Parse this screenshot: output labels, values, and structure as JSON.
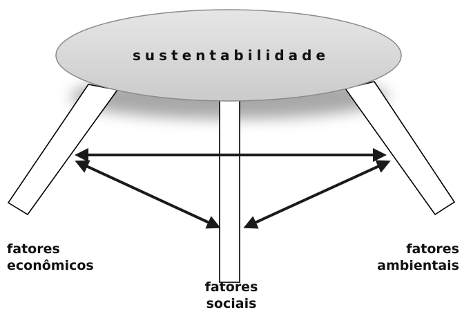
{
  "title": "sustentabilidade",
  "labels": {
    "economic": {
      "line1": "fatores",
      "line2": "econômicos"
    },
    "social": {
      "line1": "fatores",
      "line2": "sociais"
    },
    "environmental": {
      "line1": "fatores",
      "line2": "ambientais"
    }
  },
  "colors": {
    "tabletop_fill": "#d6d6d6",
    "tabletop_stroke": "#8a8a8a",
    "shadow": "#9a9a9a",
    "leg_fill": "#ffffff",
    "leg_stroke": "#000000",
    "arrow": "#1a1a1a"
  }
}
